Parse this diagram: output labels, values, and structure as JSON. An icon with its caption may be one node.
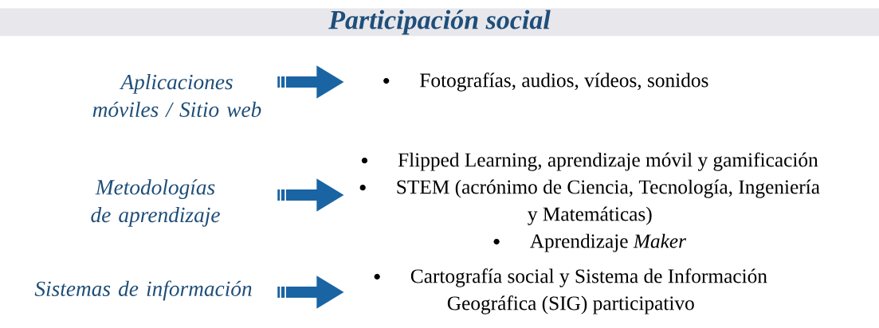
{
  "diagram": {
    "title": "Participación social",
    "nodes": [
      {
        "text": [
          "Aplicaciones móviles / Sitio web"
        ]
      },
      {
        "text": [
          "Fotografías, audios, vídeos, sonidos"
        ]
      },
      {
        "text": [
          "Metodologías de aprendizaje"
        ]
      },
      {
        "text": [
          "Flipped Learning, aprendizaje móvil y gamificación",
          "STEM (acrónimo de Ciencia, Tecnología, Ingeniería y Matemáticas)",
          "Aprendizaje *Maker*"
        ]
      },
      {
        "text": [
          "Sistemas de información"
        ]
      },
      {
        "text": [
          "Cartografía social y Sistema de Información Geográfica (SIG) participativo"
        ]
      }
    ],
    "edges": [
      {
        "from": 0,
        "to": 1,
        "arrow": "to"
      },
      {
        "from": 2,
        "to": 3,
        "arrow": "to"
      },
      {
        "from": 4,
        "to": 5,
        "arrow": "to"
      }
    ]
  }
}
